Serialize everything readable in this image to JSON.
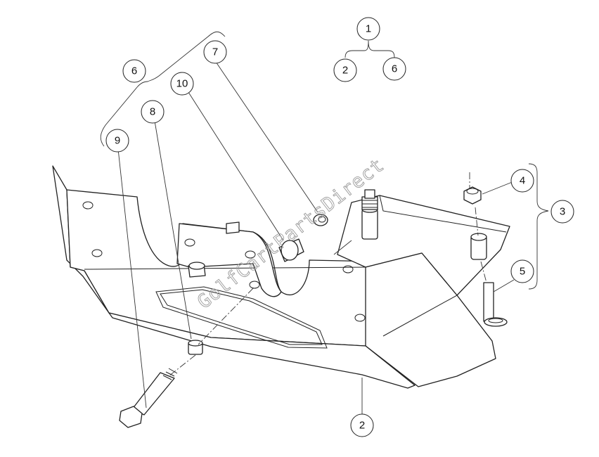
{
  "diagram": {
    "watermark": "GolfCartPartsDirect",
    "callouts": [
      {
        "id": "c1",
        "label": "1"
      },
      {
        "id": "c2a",
        "label": "2"
      },
      {
        "id": "c6a",
        "label": "6"
      },
      {
        "id": "c6",
        "label": "6"
      },
      {
        "id": "c7",
        "label": "7"
      },
      {
        "id": "c10",
        "label": "10"
      },
      {
        "id": "c8",
        "label": "8"
      },
      {
        "id": "c9",
        "label": "9"
      },
      {
        "id": "c4",
        "label": "4"
      },
      {
        "id": "c3",
        "label": "3"
      },
      {
        "id": "c5",
        "label": "5"
      },
      {
        "id": "c2",
        "label": "2"
      }
    ]
  }
}
